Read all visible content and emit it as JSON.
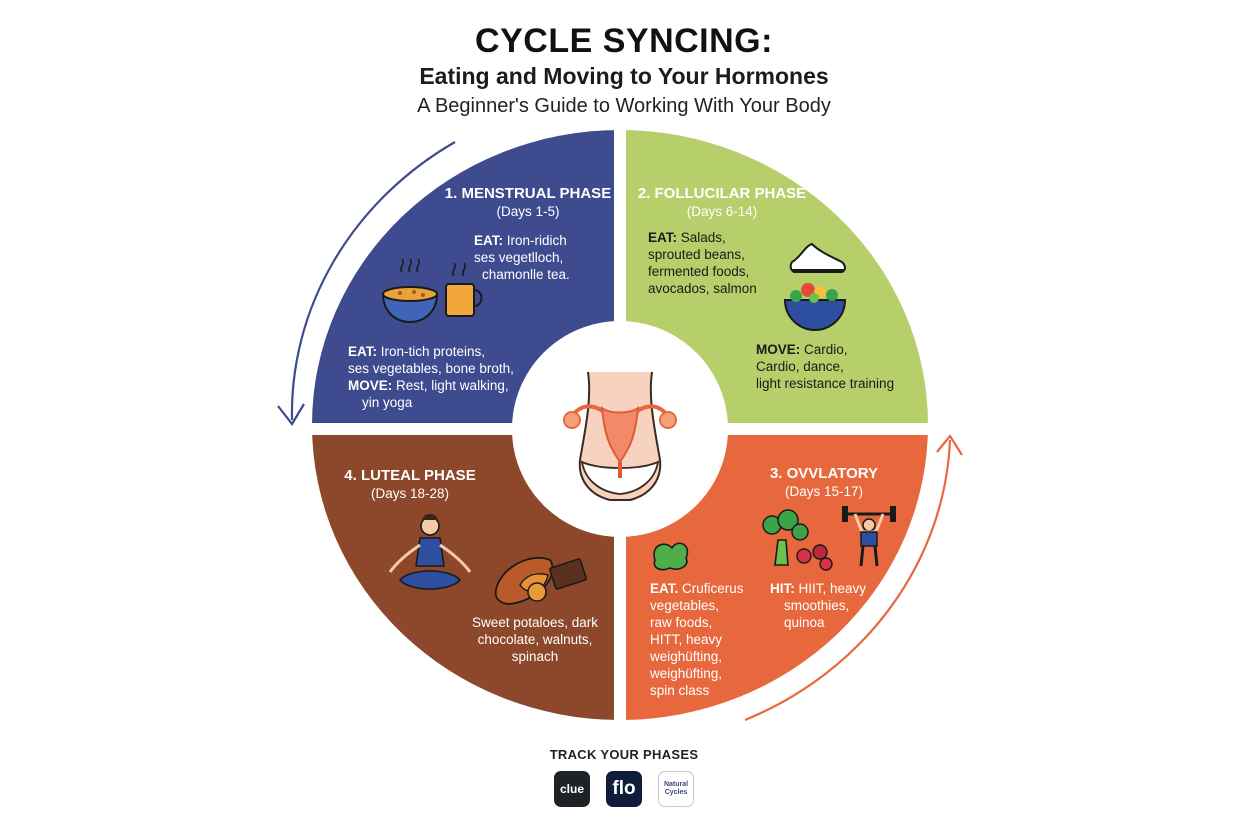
{
  "header": {
    "title": "CYCLE SYNCING:",
    "subtitle": "Eating and Moving to Your Hormones",
    "tagline": "A Beginner's Guide to Working With Your Body"
  },
  "phases": {
    "menstrual": {
      "title": "1. MENSTRUAL PHASE",
      "days": "(Days 1-5)",
      "eat_top_label": "EAT:",
      "eat_top_lines": [
        "Iron-ridich",
        "ses vegetlloch,",
        "chamonlle tea."
      ],
      "eat_label": "EAT:",
      "eat_lines": [
        "Iron-tich proteins,",
        "ses vegetables, bone broth,"
      ],
      "move_label": "MOVE:",
      "move_lines": [
        "Rest, light walking,",
        "yin yoga"
      ],
      "color": "#3f4b8f"
    },
    "follicular": {
      "title": "2. FOLLUCILAR PHASE",
      "days": "(Days 6-14)",
      "eat_label": "EAT:",
      "eat_lines": [
        "Salads,",
        "sprouted beans,",
        "fermented foods,",
        "avocados, salmon"
      ],
      "move_label": "MOVE:",
      "move_lines": [
        "Cardio,",
        "Cardio, dance,",
        "light resistance training"
      ],
      "color": "#b7cf6a"
    },
    "ovulatory": {
      "title": "3. OVVLATORY",
      "days": "(Days 15-17)",
      "eat_label": "EAT.",
      "eat_lines": [
        "Cruficerus",
        "vegetables,",
        "raw foods,",
        "HITT, heavy",
        "weighüfting,",
        "weighüfting,",
        "spin class"
      ],
      "move_label": "HIT:",
      "move_lines": [
        "HIIT, heavy",
        "smoothies,",
        "quinoa"
      ],
      "color": "#e8683e"
    },
    "luteal": {
      "title": "4. LUTEAL PHASE",
      "days": "(Days 18-28)",
      "eat_lines": [
        "Sweet potaloes, dark",
        "chocolate, walnuts,",
        "spinach"
      ],
      "color": "#8d472a"
    }
  },
  "icons": {
    "menstrual": [
      "soup-bowl-icon",
      "tea-mug-icon"
    ],
    "follicular": [
      "sneaker-icon",
      "salad-bowl-icon"
    ],
    "ovulatory": [
      "broccoli-icon",
      "weightlifter-icon",
      "berries-icon",
      "leafy-greens-icon"
    ],
    "luteal": [
      "yoga-pose-icon",
      "sweet-potato-icon",
      "chocolate-icon"
    ],
    "center": "uterus-body-icon"
  },
  "footer": {
    "track_label": "TRACK YOUR PHASES",
    "apps": {
      "clue": "clue",
      "flo": "flo",
      "natural_1": "Natural",
      "natural_2": "Cycles"
    }
  }
}
